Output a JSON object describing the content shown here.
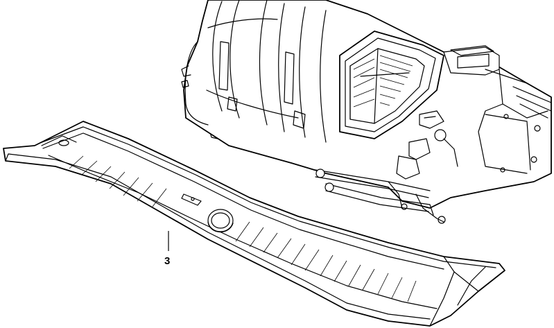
{
  "diagram": {
    "callouts": [
      {
        "label": "3"
      }
    ],
    "colors": {
      "line": "#000000",
      "background": "#ffffff"
    },
    "parts": [
      "heater-blower-assembly",
      "cowl-panel-cover"
    ]
  }
}
